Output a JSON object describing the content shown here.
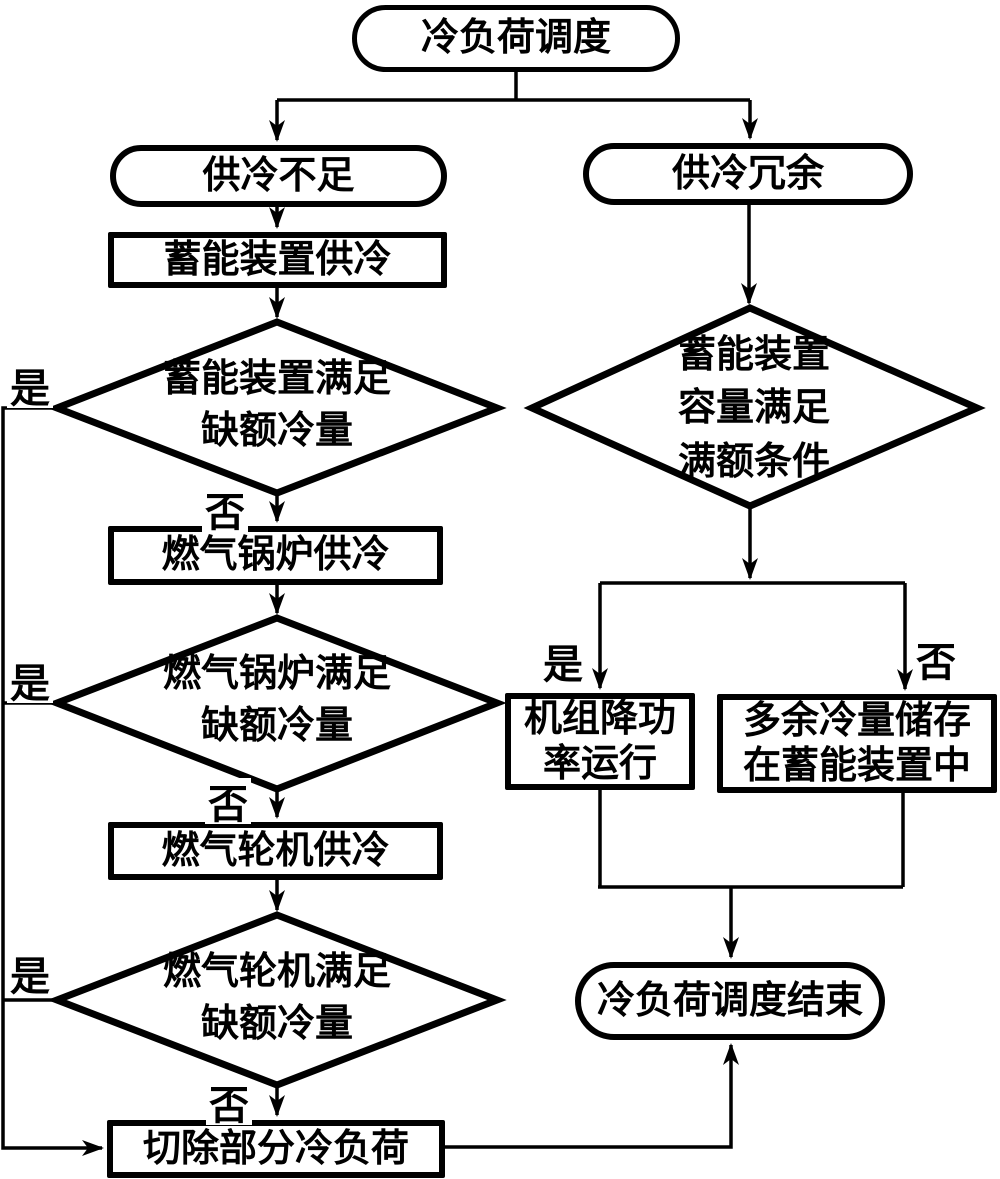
{
  "nodes": {
    "start": {
      "label": "冷负荷调度"
    },
    "insufficient": {
      "label": "供冷不足"
    },
    "surplus": {
      "label": "供冷冗余"
    },
    "storage_supply": {
      "label": "蓄能装置供冷"
    },
    "storage_meets": {
      "label": "蓄能装置满足\n缺额冷量"
    },
    "boiler_supply": {
      "label": "燃气锅炉供冷"
    },
    "boiler_meets": {
      "label": "燃气锅炉满足\n缺额冷量"
    },
    "turbine_supply": {
      "label": "燃气轮机供冷"
    },
    "turbine_meets": {
      "label": "燃气轮机满足\n缺额冷量"
    },
    "shed_load": {
      "label": "切除部分冷负荷"
    },
    "capacity_check": {
      "label": "蓄能装置\n容量满足\n满额条件"
    },
    "derate": {
      "label": "机组降功\n率运行"
    },
    "store_excess": {
      "label": "多余冷量储存\n在蓄能装置中"
    },
    "end": {
      "label": "冷负荷调度结束"
    }
  },
  "labels": {
    "yes": "是",
    "no": "否"
  },
  "colors": {
    "line": "#000000",
    "fill": "#ffffff",
    "text": "#000000"
  }
}
